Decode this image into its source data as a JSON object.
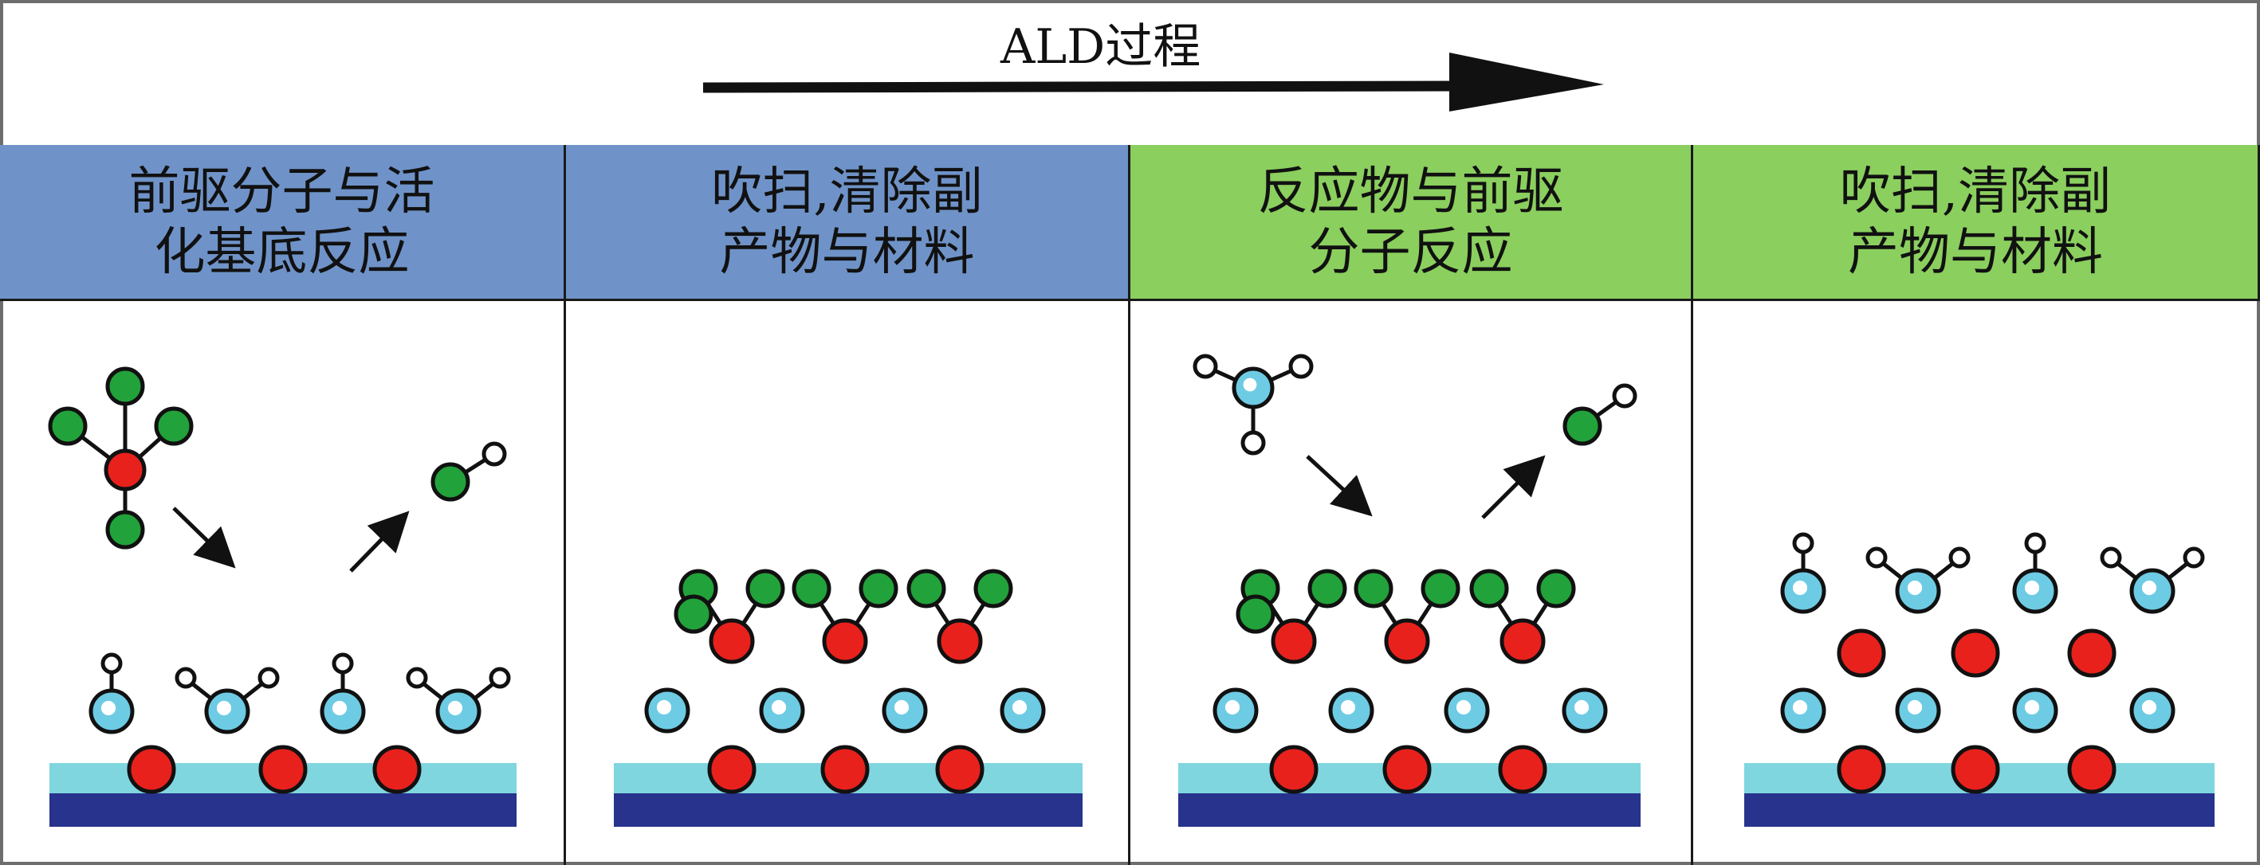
{
  "process": {
    "label": "ALD过程"
  },
  "colors": {
    "step_blue": "#6f93c8",
    "step_green": "#8bcf5f",
    "atom_red": "#e8211d",
    "atom_green": "#22a23a",
    "atom_blue": "#6ecbe4",
    "atom_white": "#ffffff",
    "substrate_light": "#7fd6df",
    "substrate_dark": "#27338c"
  },
  "steps": [
    {
      "line1": "前驱分子与活",
      "line2": "化基底反应",
      "color": "#6f93c8"
    },
    {
      "line1": "吹扫,清除副",
      "line2": "产物与材料",
      "color": "#6f93c8"
    },
    {
      "line1": "反应物与前驱",
      "line2": "分子反应",
      "color": "#8bcf5f"
    },
    {
      "line1": "吹扫,清除副",
      "line2": "产物与材料",
      "color": "#8bcf5f"
    }
  ]
}
